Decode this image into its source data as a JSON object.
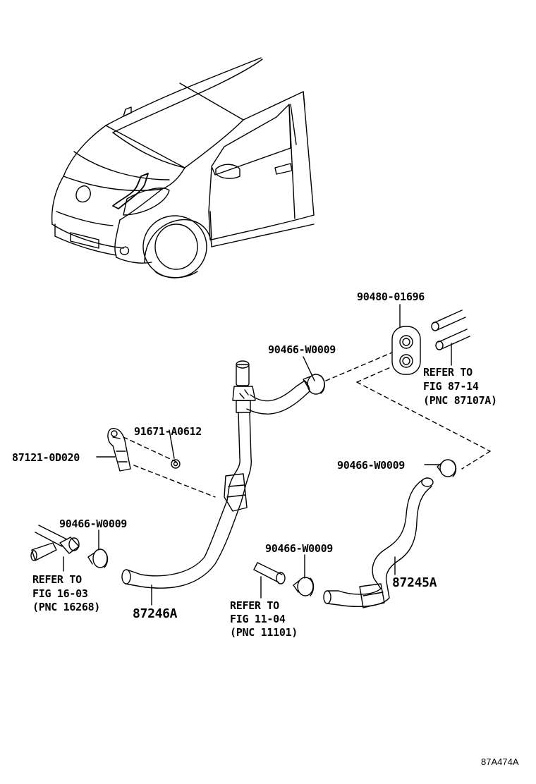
{
  "labels": {
    "p90480": "90480-01696",
    "p90466_top": "90466-W0009",
    "refer_87_1": "REFER TO",
    "refer_87_2": "FIG 87-14",
    "refer_87_3": "(PNC 87107A)",
    "p91671": "91671-A0612",
    "p87121": "87121-0D020",
    "p90466_right": "90466-W0009",
    "p90466_left": "90466-W0009",
    "refer_16_1": "REFER TO",
    "refer_16_2": "FIG 16-03",
    "refer_16_3": "(PNC 16268)",
    "p87246": "87246A",
    "p90466_mid": "90466-W0009",
    "refer_11_1": "REFER TO",
    "refer_11_2": "FIG 11-04",
    "refer_11_3": "(PNC 11101)",
    "p87245": "87245A"
  },
  "figure_code": "87A474A"
}
